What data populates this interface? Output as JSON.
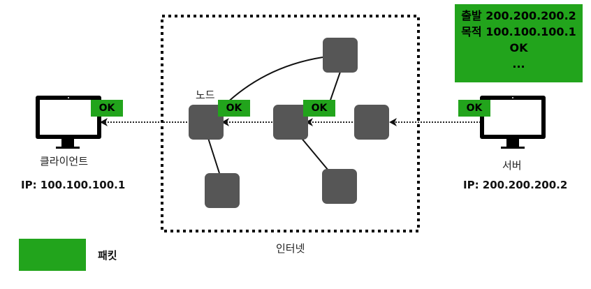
{
  "client": {
    "label": "클라이언트",
    "ip": "IP: 100.100.100.1"
  },
  "server": {
    "label": "서버",
    "ip": "IP: 200.200.200.2"
  },
  "internet": {
    "label": "인터넷"
  },
  "node_label": "노드",
  "packet": {
    "ok": "OK"
  },
  "info_box": {
    "line1": "출발 200.200.200.2",
    "line2": "목적 100.100.100.1",
    "line3": "OK",
    "line4": "..."
  },
  "legend": {
    "label": "패킷"
  },
  "colors": {
    "packet_green": "#22a41c",
    "node_gray": "#565656"
  }
}
